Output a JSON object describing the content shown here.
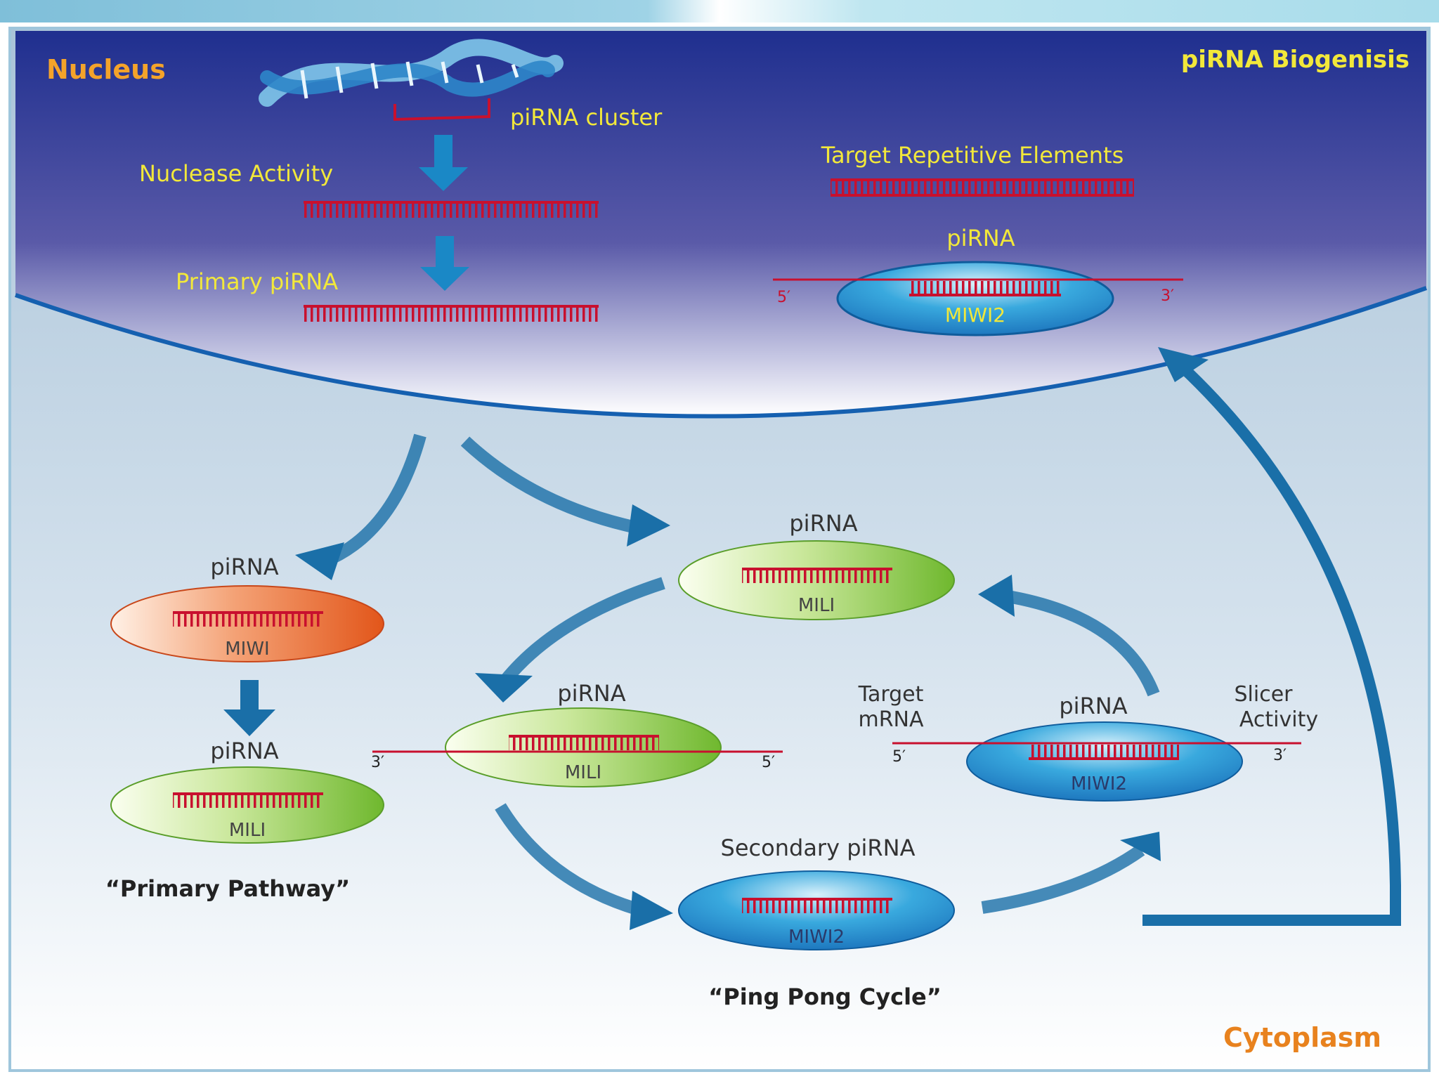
{
  "title": "piRNA Biogenisis",
  "regions": {
    "nucleus": "Nucleus",
    "cytoplasm": "Cytoplasm"
  },
  "nucleus_labels": {
    "cluster": "piRNA cluster",
    "nuclease": "Nuclease Activity",
    "primary": "Primary piRNA",
    "target_repetitive": "Target Repetitive Elements",
    "pirna": "piRNA",
    "protein": "MIWI2",
    "five_prime": "5′",
    "three_prime": "3′"
  },
  "primary_pathway": {
    "miwi_pirna": "piRNA",
    "miwi_protein": "MIWI",
    "mili_pirna": "piRNA",
    "mili_protein": "MILI",
    "caption": "“Primary Pathway”"
  },
  "ping_pong": {
    "top_pirna": "piRNA",
    "top_protein": "MILI",
    "left_pirna": "piRNA",
    "left_protein": "MILI",
    "left_three": "3′",
    "left_five": "5′",
    "target_mrna": [
      "Target",
      "mRNA"
    ],
    "right_pirna": "piRNA",
    "right_protein": "MIWI2",
    "right_five": "5′",
    "right_three": "3′",
    "slicer": [
      "Slicer",
      "Activity"
    ],
    "secondary_label": "Secondary piRNA",
    "bottom_protein": "MIWI2",
    "caption": "“Ping Pong Cycle”"
  },
  "colors": {
    "nucleus_label": "#f4a32a",
    "nucleus_text": "#f2e83a",
    "rna": "#c8102e",
    "arrow": "#1a6fa8",
    "cytoplasm_label": "#e8821e"
  }
}
